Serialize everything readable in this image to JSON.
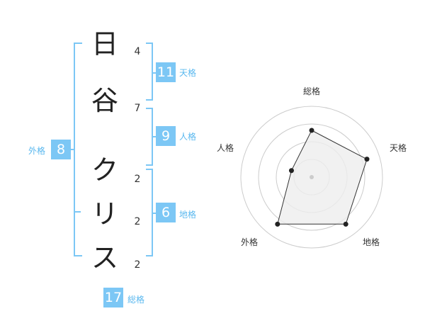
{
  "characters": [
    {
      "char": "日",
      "strokes": "4"
    },
    {
      "char": "谷",
      "strokes": "7"
    },
    {
      "char": "ク",
      "strokes": "2"
    },
    {
      "char": "リ",
      "strokes": "2"
    },
    {
      "char": "ス",
      "strokes": "2"
    }
  ],
  "kakusu": {
    "tenkaku": {
      "value": "11",
      "label": "天格"
    },
    "jinkaku": {
      "value": "9",
      "label": "人格"
    },
    "chikaku": {
      "value": "6",
      "label": "地格"
    },
    "gaikaku": {
      "value": "8",
      "label": "外格"
    },
    "soukaku": {
      "value": "17",
      "label": "総格"
    }
  },
  "radar": {
    "labels": [
      "総格",
      "天格",
      "地格",
      "外格",
      "人格"
    ],
    "values": [
      0.66,
      0.82,
      0.82,
      0.82,
      0.3
    ],
    "line_color": "#333333",
    "fill_color": "#eeeeee",
    "grid_color": "#cccccc"
  }
}
